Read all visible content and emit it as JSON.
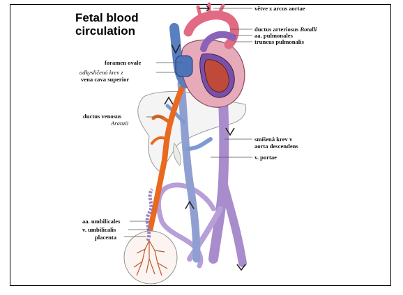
{
  "title_lines": [
    "Fetal blood",
    "circulation"
  ],
  "labels": {
    "vetve": "větve z arcus aortae",
    "ductus_arteriosus": "ductus arteriosus",
    "ductus_arteriosus_name": "Botalli",
    "aa_pulmonales": "aa. pulmonales",
    "truncus": "truncus pulmonalis",
    "foramen": "foramen ovale",
    "odkyslicena": "odkysličená krev z",
    "vena_cava": "vena cava superior",
    "ductus_venosus": "ductus venosus",
    "aranzii": "Aranzii",
    "smisena": "smíšená krev v",
    "aorta_desc": "aorta descendens",
    "v_portae": "v. portae",
    "aa_umbilicales": "aa. umbilicales",
    "v_umbilicalis": "v. umbilicalis",
    "placenta": "placenta"
  },
  "colors": {
    "oxygenated": "#e8691f",
    "deoxygenated": "#5a7fc0",
    "mixed": "#a98ccc",
    "heart_pink": "#e06b82",
    "heart_purple": "#7a4fa8",
    "liver": "#f2f2f2"
  }
}
